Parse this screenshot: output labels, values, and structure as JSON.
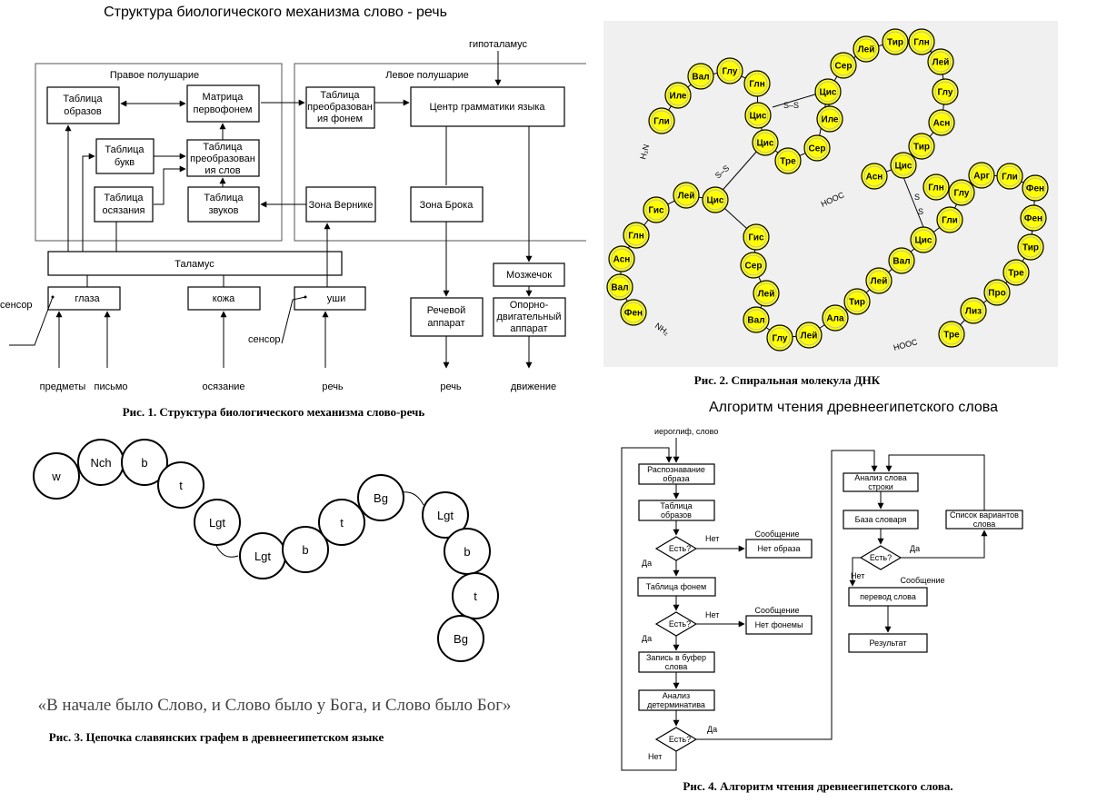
{
  "fig1": {
    "title": "Структура биологического механизма слово - речь",
    "right_hemisphere": "Правое полушарие",
    "left_hemisphere": "Левое полушарие",
    "hypothalamus": "гипоталамус",
    "images_table": [
      "Таблица",
      "образов"
    ],
    "phoneme_matrix": [
      "Матрица",
      "первофонем"
    ],
    "phoneme_transform_table": [
      "Таблица",
      "преобразован",
      "ия фонем"
    ],
    "grammar_center": "Центр грамматики языка",
    "letters_table": [
      "Таблица",
      "букв"
    ],
    "words_transform_table": [
      "Таблица",
      "преобразован",
      "ия слов"
    ],
    "touch_table": [
      "Таблица",
      "осязания"
    ],
    "sounds_table": [
      "Таблица",
      "звуков"
    ],
    "wernicke": "Зона Верникe",
    "broca": "Зона Брока",
    "thalamus": "Таламус",
    "cerebellum": "Мозжечок",
    "eyes": "глаза",
    "skin": "кожа",
    "ears": "уши",
    "speech_apparatus": [
      "Речевой",
      "аппарат"
    ],
    "motor_apparatus": [
      "Опорно-",
      "двигательный",
      "аппарат"
    ],
    "sensor": "сенсор",
    "inputs": [
      "предметы",
      "письмо",
      "осязание",
      "речь"
    ],
    "outputs": [
      "речь",
      "движение"
    ],
    "caption": "Рис. 1. Структура биологического механизма слово-речь",
    "highlight_color": "#ffff00"
  },
  "fig2": {
    "beads": [
      "Гли",
      "Иле",
      "Вал",
      "Глу",
      "Глн",
      "Цис",
      "Цис",
      "Тре",
      "Сер",
      "Цис",
      "Иле",
      "Сер",
      "Лей",
      "Тир",
      "Глн",
      "Лей",
      "Глу",
      "Асн",
      "Тир",
      "Цис",
      "Асн",
      "Глу",
      "Арг",
      "Гли",
      "Фен",
      "Фен",
      "Тир",
      "Тре",
      "Про",
      "Лиз",
      "Тре",
      "Гли",
      "Глн",
      "Вал",
      "Лей",
      "Тир",
      "Ала",
      "Лей",
      "Глу",
      "Вал",
      "Лей",
      "Сер",
      "Гис",
      "Цис",
      "Лей",
      "Гис",
      "Глн",
      "Асн",
      "Вал",
      "Фен",
      "Цис"
    ],
    "labels": {
      "h3n": "H₃N",
      "nh2": "NH₂",
      "hooc": "HOOC",
      "ss": "S–S",
      "s": "S"
    },
    "caption": "Рис. 2. Спиральная молекула ДНК",
    "bead_color": "#ffff00",
    "bg_color": "#f0f0f0"
  },
  "fig3": {
    "beads": [
      "w",
      "Nch",
      "b",
      "t",
      "Lgt",
      "Lgt",
      "b",
      "t",
      "Bg",
      "Lgt",
      "b",
      "t",
      "Bg"
    ],
    "quote": "«В начале было Слово, и Слово было у Бога, и Слово было Бог»",
    "caption": "Рис. 3. Цепочка славянских графем в древнеегипетском языке"
  },
  "fig4": {
    "title": "Алгоритм чтения древнеегипетского слова",
    "input": "иероглиф, слово",
    "recognition": [
      "Распознавание",
      "образа"
    ],
    "images_table": [
      "Таблица",
      "образов"
    ],
    "decision": "Есть?",
    "yes": "Да",
    "no": "Нет",
    "message": "Сообщение",
    "no_image": "Нет образа",
    "phoneme_table": "Таблица фонем",
    "no_phoneme": "Нет фонемы",
    "buffer": [
      "Запись в буфер",
      "слова"
    ],
    "determinative": [
      "Анализ",
      "детерминатива"
    ],
    "line_analysis": [
      "Анализ слова",
      "строки"
    ],
    "dictionary": "База словаря",
    "variants": [
      "Список вариантов",
      "слова"
    ],
    "translation": "перевод слова",
    "result": "Результат",
    "caption": "Рис. 4. Алгоритм чтения древнеегипетского слова."
  }
}
